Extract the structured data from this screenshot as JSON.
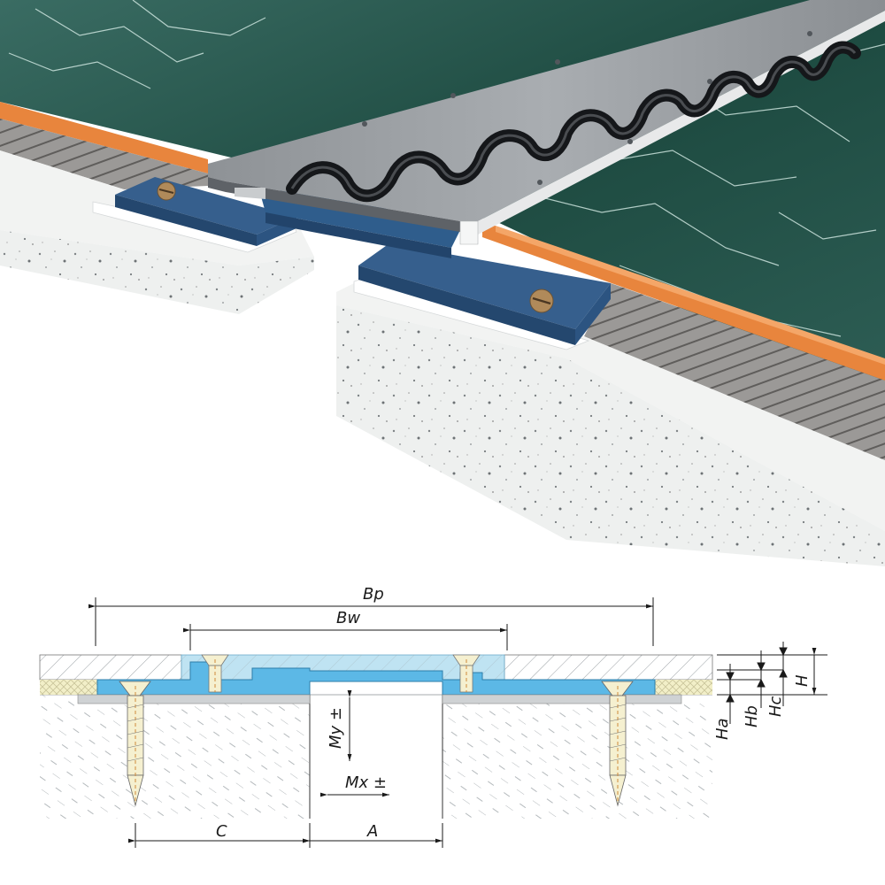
{
  "colors": {
    "marble": "#1d4a40",
    "marble_vein": "#d9efe9",
    "steel": "#9a9ea2",
    "steel_dark": "#5c6166",
    "anchor_block": "#2f5d8c",
    "orange_layer": "#e8853d",
    "screed": "#8c8a88",
    "concrete": "#eef0ef",
    "cad_blue": "#5cb8e6",
    "cad_light": "#bfe3f2",
    "cad_yellow": "#f2efc8"
  },
  "dimensions": {
    "bp": "Bp",
    "bw": "Bw",
    "my": "My ±",
    "mx": "Mx ±",
    "c": "C",
    "a": "A",
    "ha": "Ha",
    "hb": "Hb",
    "hc": "Hc",
    "h": "H"
  }
}
